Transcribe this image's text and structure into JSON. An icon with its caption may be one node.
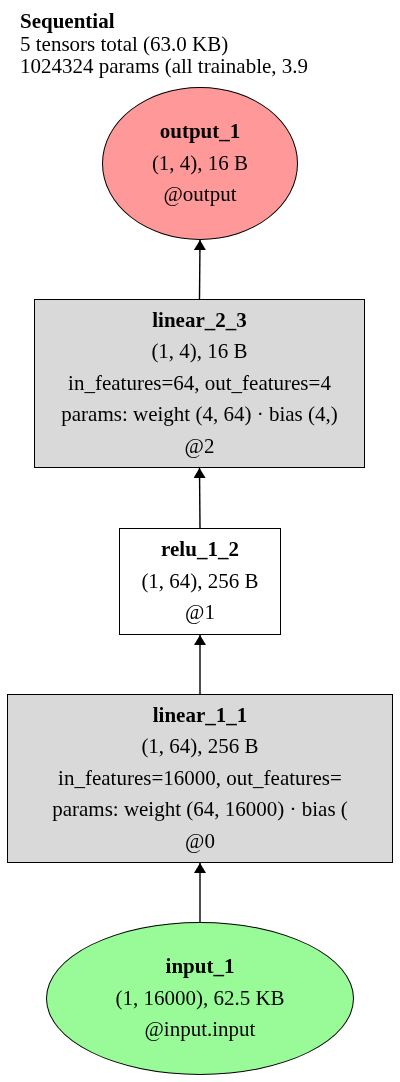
{
  "diagram": {
    "title": "Sequential",
    "nodes": [
      {
        "text": [
          "output_1",
          "(1, 4), 16 B",
          "@output"
        ]
      },
      {
        "text": [
          "linear_2_3",
          "(1, 4), 16 B",
          "in_features=64, out_features=4",
          "params: weight (4, 64) · bias (4,)",
          "@2"
        ]
      },
      {
        "text": [
          "relu_1_2",
          "(1, 64), 256 B",
          "@1"
        ]
      },
      {
        "text": [
          "linear_1_1",
          "(1, 64), 256 B",
          "in_features=16000, out_features=",
          "params: weight (64, 16000) · bias (",
          "@0"
        ]
      },
      {
        "text": [
          "input_1",
          "(1, 16000), 62.5 KB",
          "@input.input"
        ]
      }
    ],
    "edges": [
      {
        "from": 4,
        "to": 3,
        "arrow": "to"
      },
      {
        "from": 3,
        "to": 2,
        "arrow": "to"
      },
      {
        "from": 2,
        "to": 1,
        "arrow": "to"
      },
      {
        "from": 1,
        "to": 0,
        "arrow": "to"
      }
    ],
    "labels": [
      "5 tensors total (63.0 KB)",
      "1024324 params (all trainable, 3.9"
    ]
  }
}
